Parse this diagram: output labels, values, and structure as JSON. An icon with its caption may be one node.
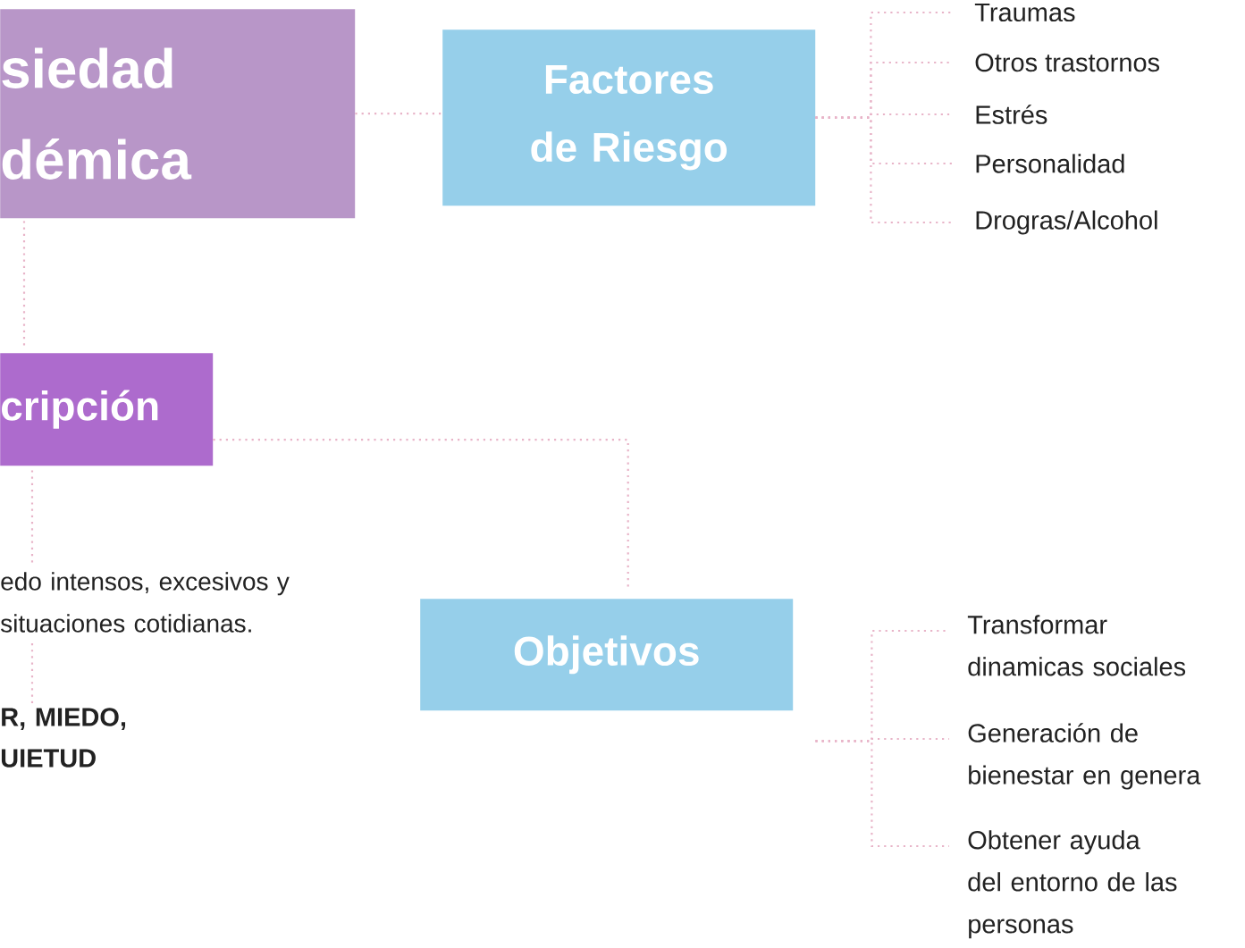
{
  "diagram": {
    "nodes": [
      {
        "text": [
          "siedad démica"
        ]
      },
      {
        "text": [
          "Factores de Riesgo"
        ]
      },
      {
        "text": [
          "Traumas"
        ]
      },
      {
        "text": [
          "Otros trastornos"
        ]
      },
      {
        "text": [
          "Estrés"
        ]
      },
      {
        "text": [
          "Personalidad"
        ]
      },
      {
        "text": [
          "Drogras/Alcohol"
        ]
      },
      {
        "text": [
          "cripción"
        ]
      },
      {
        "text": [
          "edo intensos, excesivos y situaciones cotidianas."
        ]
      },
      {
        "text": [
          "R, MIEDO, UIETUD"
        ]
      },
      {
        "text": [
          "Objetivos"
        ]
      },
      {
        "text": [
          "Transformar dinamicas sociales"
        ]
      },
      {
        "text": [
          "Generación de bienestar en genera"
        ]
      },
      {
        "text": [
          "Obtener ayuda del entorno de las personas"
        ]
      }
    ],
    "edges": [
      {
        "from": 0,
        "to": 1,
        "arrow": "none"
      },
      {
        "from": 1,
        "to": 2,
        "arrow": "none"
      },
      {
        "from": 1,
        "to": 3,
        "arrow": "none"
      },
      {
        "from": 1,
        "to": 4,
        "arrow": "none"
      },
      {
        "from": 1,
        "to": 5,
        "arrow": "none"
      },
      {
        "from": 1,
        "to": 6,
        "arrow": "none"
      },
      {
        "from": 0,
        "to": 7,
        "arrow": "none"
      },
      {
        "from": 7,
        "to": 8,
        "arrow": "none"
      },
      {
        "from": 8,
        "to": 9,
        "arrow": "none"
      },
      {
        "from": 7,
        "to": 10,
        "arrow": "none"
      },
      {
        "from": 10,
        "to": 11,
        "arrow": "none"
      },
      {
        "from": 10,
        "to": 12,
        "arrow": "none"
      },
      {
        "from": 10,
        "to": 13,
        "arrow": "none"
      }
    ]
  }
}
